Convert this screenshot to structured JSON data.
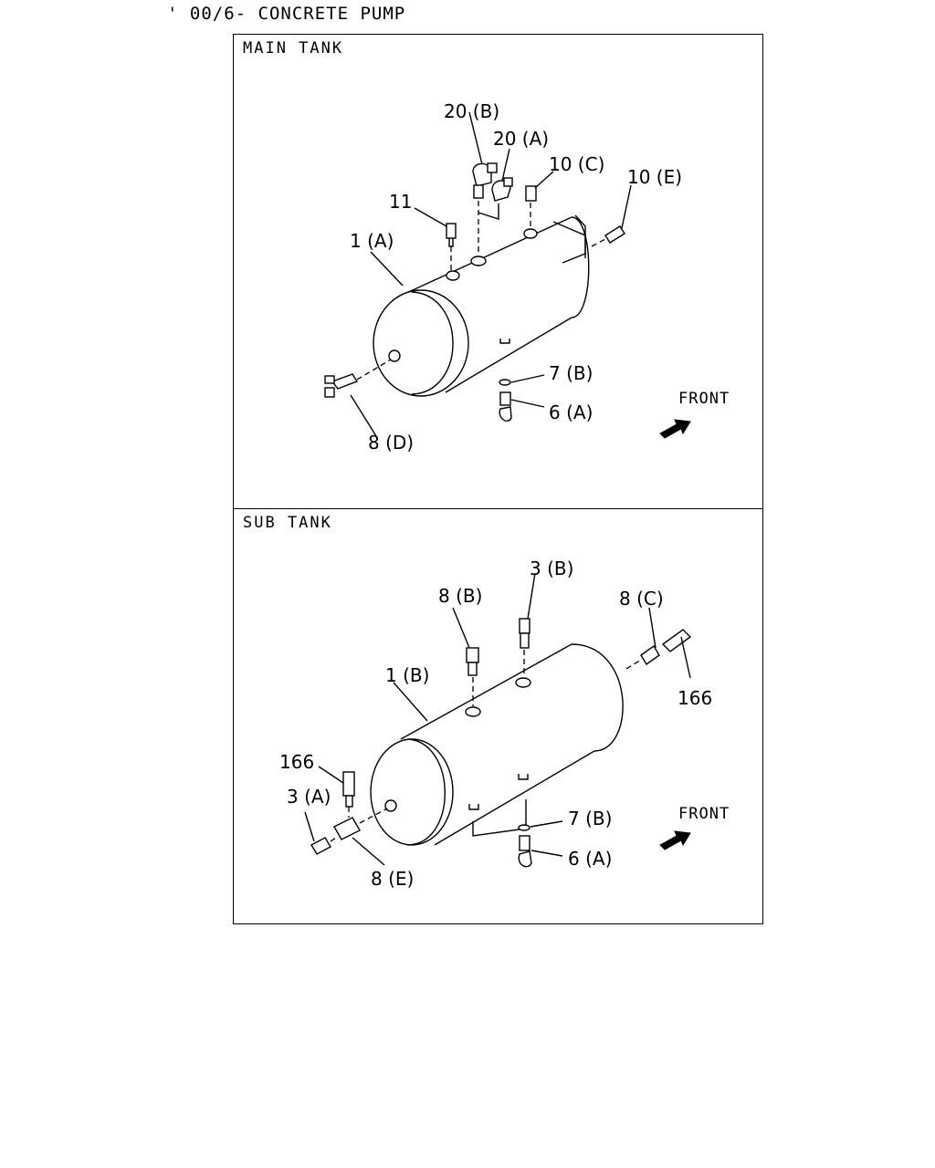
{
  "page_title": "' 00/6- CONCRETE PUMP",
  "panels": {
    "main": {
      "title": "MAIN TANK",
      "front_label": "FRONT",
      "callouts": {
        "c20b": "20 (B)",
        "c20a": "20 (A)",
        "c10c": "10 (C)",
        "c10e": "10 (E)",
        "c11": "11",
        "c1a": "1 (A)",
        "c7b": "7 (B)",
        "c6a": "6 (A)",
        "c8d": "8 (D)"
      }
    },
    "sub": {
      "title": "SUB TANK",
      "front_label": "FRONT",
      "callouts": {
        "c3b": "3 (B)",
        "c8b": "8 (B)",
        "c8c": "8 (C)",
        "c1b": "1 (B)",
        "c166r": "166",
        "c166l": "166",
        "c3a": "3 (A)",
        "c7b": "7 (B)",
        "c6a": "6 (A)",
        "c8e": "8 (E)"
      }
    }
  }
}
